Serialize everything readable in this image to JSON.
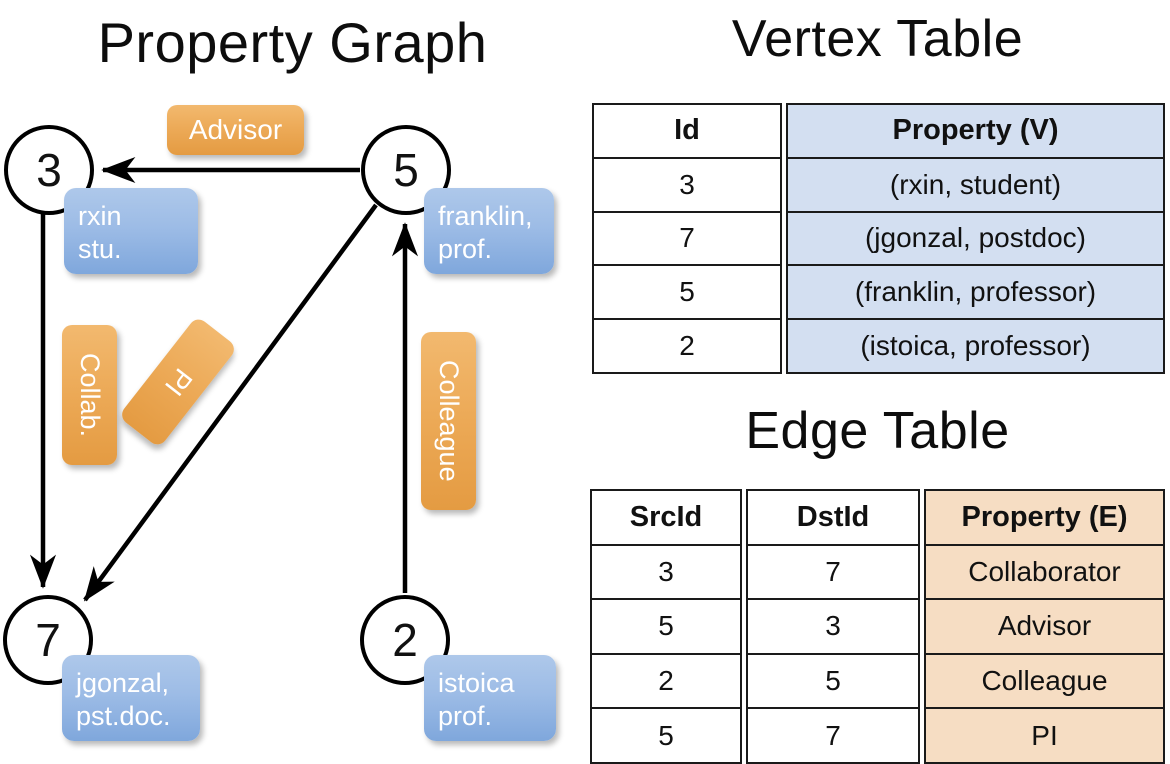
{
  "titles": {
    "property_graph": "Property Graph",
    "vertex_table": "Vertex Table",
    "edge_table": "Edge Table"
  },
  "graph": {
    "nodes": [
      {
        "id": "3",
        "property": "rxin\nstu."
      },
      {
        "id": "5",
        "property": "franklin,\nprof."
      },
      {
        "id": "7",
        "property": "jgonzal,\npst.doc."
      },
      {
        "id": "2",
        "property": "istoica\nprof."
      }
    ],
    "edge_labels": {
      "advisor": "Advisor",
      "collab": "Collab.",
      "pi": "PI",
      "colleague": "Colleague"
    },
    "edges": [
      {
        "src": "5",
        "dst": "3",
        "label": "Advisor"
      },
      {
        "src": "3",
        "dst": "7",
        "label": "Collab."
      },
      {
        "src": "5",
        "dst": "7",
        "label": "PI"
      },
      {
        "src": "2",
        "dst": "5",
        "label": "Colleague"
      }
    ]
  },
  "vertex_table": {
    "headers": [
      "Id",
      "Property (V)"
    ],
    "rows": [
      {
        "id": "3",
        "property": "(rxin, student)"
      },
      {
        "id": "7",
        "property": "(jgonzal, postdoc)"
      },
      {
        "id": "5",
        "property": "(franklin, professor)"
      },
      {
        "id": "2",
        "property": "(istoica, professor)"
      }
    ]
  },
  "edge_table": {
    "headers": [
      "SrcId",
      "DstId",
      "Property (E)"
    ],
    "rows": [
      {
        "src": "3",
        "dst": "7",
        "property": "Collaborator"
      },
      {
        "src": "5",
        "dst": "3",
        "property": "Advisor"
      },
      {
        "src": "2",
        "dst": "5",
        "property": "Colleague"
      },
      {
        "src": "5",
        "dst": "7",
        "property": "PI"
      }
    ]
  },
  "colors": {
    "vertex_property_fill": "#d3dff1",
    "edge_property_fill": "#f6ddc3",
    "node_box_blue": "#9dbce6",
    "edge_box_orange": "#eca956",
    "stroke": "#1a1a1a",
    "background": "#ffffff"
  }
}
